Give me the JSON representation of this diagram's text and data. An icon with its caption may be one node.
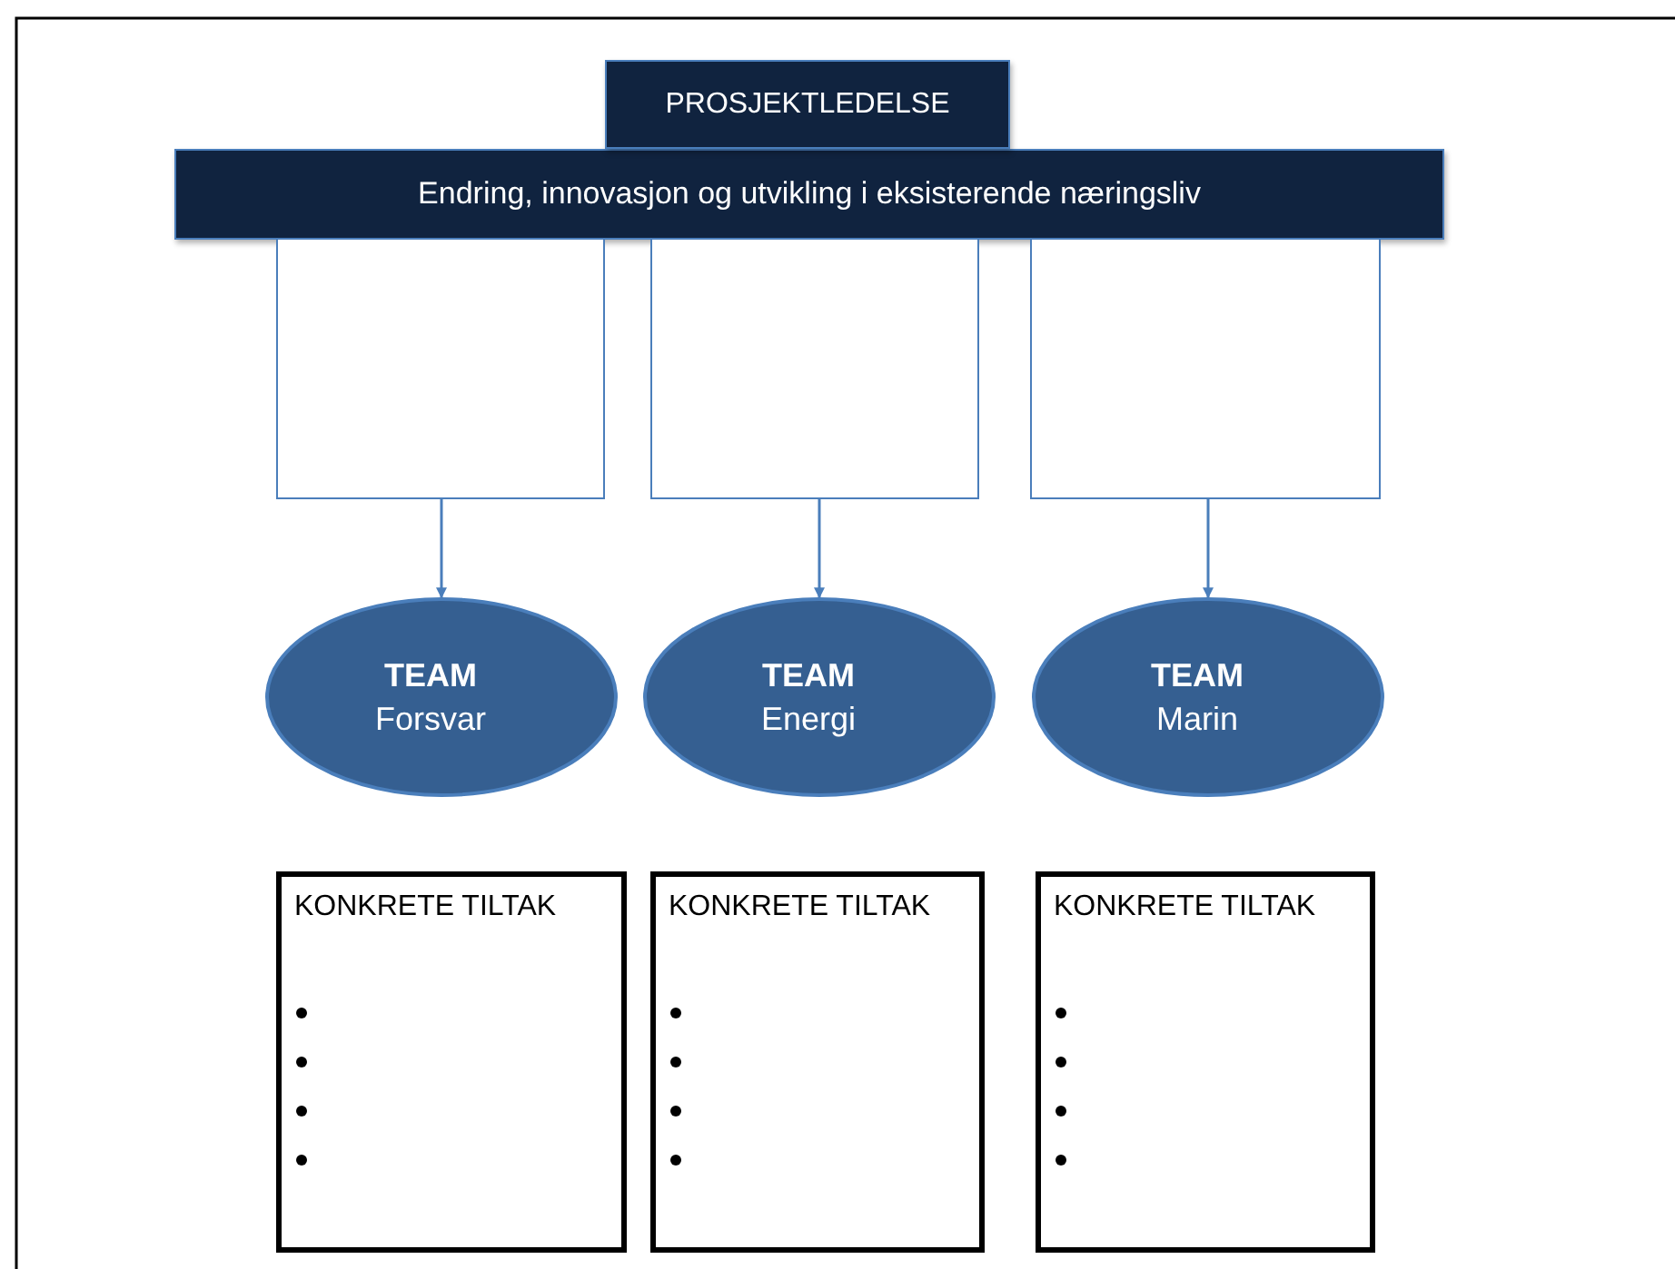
{
  "diagram": {
    "nodes": [
      {
        "text": [
          "PROSJEKTLEDELSE"
        ]
      },
      {
        "text": [
          "Endring, innovasjon og utvikling i eksisterende næringsliv"
        ]
      },
      {
        "text": [],
        "shape": "box"
      },
      {
        "text": [],
        "shape": "box"
      },
      {
        "text": [],
        "shape": "box"
      },
      {
        "text": [
          "TEAM",
          "Forsvar"
        ]
      },
      {
        "text": [
          "TEAM",
          "Energi"
        ]
      },
      {
        "text": [
          "TEAM",
          "Marin"
        ]
      },
      {
        "text": [
          "KONKRETE TILTAK"
        ]
      },
      {
        "text": [
          "KONKRETE TILTAK"
        ]
      },
      {
        "text": [
          "KONKRETE TILTAK"
        ]
      }
    ],
    "edges": [
      {
        "from": 2,
        "to": 5,
        "arrow": "to"
      },
      {
        "from": 3,
        "to": 6,
        "arrow": "to"
      },
      {
        "from": 4,
        "to": 7,
        "arrow": "to"
      }
    ]
  }
}
